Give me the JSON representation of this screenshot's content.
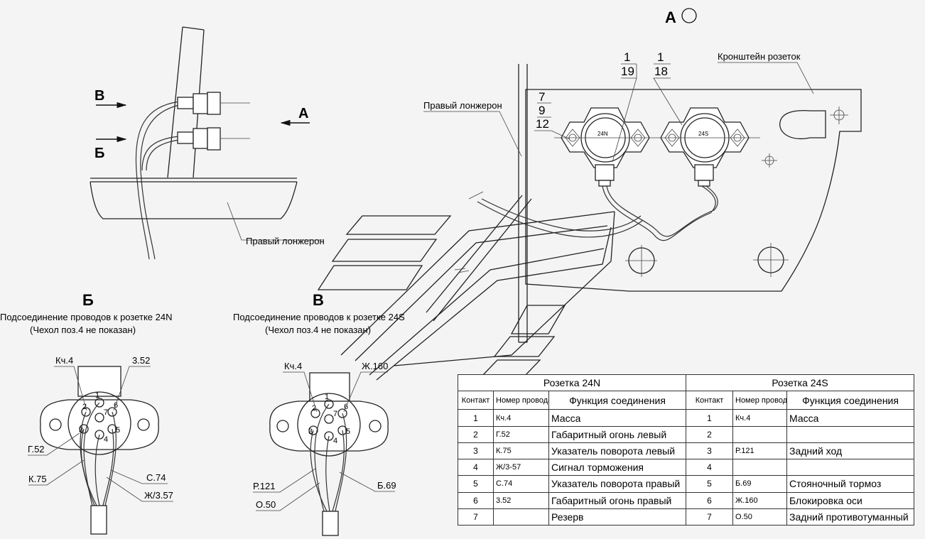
{
  "view_a": {
    "letter": "А"
  },
  "top_left": {
    "label_b": "В",
    "label_v": "Б",
    "label_a": "А",
    "spar_label": "Правый лонжерон"
  },
  "right_view": {
    "spar_label": "Правый лонжерон",
    "bracket_label": "Кронштейн розеток",
    "pos1a": "1",
    "pos19": "19",
    "pos1b": "1",
    "pos18": "18",
    "pos7": "7",
    "pos9": "9",
    "pos12": "12",
    "socket1": "24N",
    "socket2": "24S"
  },
  "view_b": {
    "letter": "Б",
    "title": "Подсоединение проводов к розетке 24N",
    "note": "(Чехол поз.4 не показан)",
    "wires": {
      "kch4": "Кч.4",
      "z52": "3.52",
      "g52": "Г.52",
      "k75": "К.75",
      "s74": "С.74",
      "zh357": "Ж/3.57"
    },
    "pins": [
      "1",
      "2",
      "3",
      "4",
      "5",
      "6",
      "7"
    ]
  },
  "view_v": {
    "letter": "В",
    "title": "Подсоединение проводов к розетке 24S",
    "note": "(Чехол поз.4 не показан)",
    "wires": {
      "kch4": "Кч.4",
      "zh160": "Ж.160",
      "r121": "Р.121",
      "b69": "Б.69",
      "o50": "О.50"
    },
    "pins": [
      "1",
      "2",
      "3",
      "4",
      "5",
      "6",
      "7"
    ]
  },
  "table": {
    "header_24n": "Розетка 24N",
    "header_24s": "Розетка 24S",
    "col_contact": "Контакт",
    "col_wire": "Номер провода",
    "col_function": "Функция соединения",
    "rows": [
      {
        "contact": "1",
        "wire_n": "Кч.4",
        "func_n": "Масса",
        "contact_s": "1",
        "wire_s": "Кч.4",
        "func_s": "Масса"
      },
      {
        "contact": "2",
        "wire_n": "Г.52",
        "func_n": "Габаритный огонь левый",
        "contact_s": "2",
        "wire_s": "",
        "func_s": ""
      },
      {
        "contact": "3",
        "wire_n": "К.75",
        "func_n": "Указатель поворота левый",
        "contact_s": "3",
        "wire_s": "Р.121",
        "func_s": "Задний ход"
      },
      {
        "contact": "4",
        "wire_n": "Ж/3-57",
        "func_n": "Сигнал торможения",
        "contact_s": "4",
        "wire_s": "",
        "func_s": ""
      },
      {
        "contact": "5",
        "wire_n": "С.74",
        "func_n": "Указатель поворота правый",
        "contact_s": "5",
        "wire_s": "Б.69",
        "func_s": "Стояночный тормоз"
      },
      {
        "contact": "6",
        "wire_n": "3.52",
        "func_n": "Габаритный огонь правый",
        "contact_s": "6",
        "wire_s": "Ж.160",
        "func_s": "Блокировка оси"
      },
      {
        "contact": "7",
        "wire_n": "",
        "func_n": "Резерв",
        "contact_s": "7",
        "wire_s": "О.50",
        "func_s": "Задний противотуманный"
      }
    ]
  }
}
